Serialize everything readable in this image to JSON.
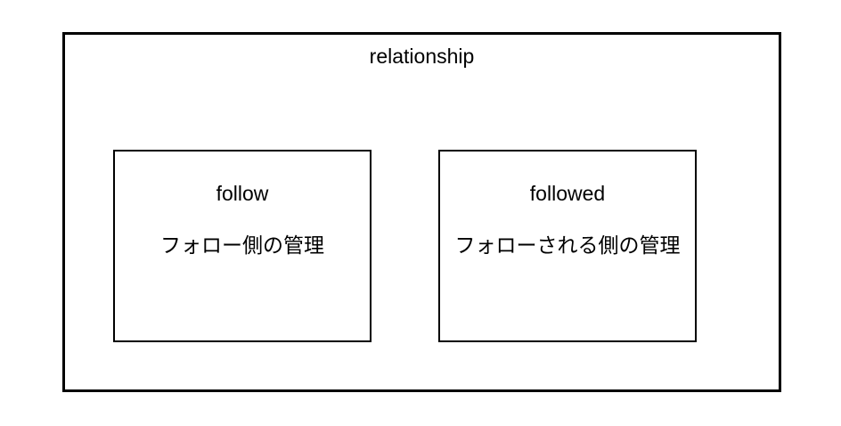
{
  "diagram": {
    "title": "relationship",
    "nodes": [
      {
        "id": "follow",
        "label": "follow",
        "description": "フォロー側の管理"
      },
      {
        "id": "followed",
        "label": "followed",
        "description": "フォローされる側の管理"
      }
    ]
  },
  "colors": {
    "background": "#ffffff",
    "border": "#000000",
    "text": "#000000"
  }
}
